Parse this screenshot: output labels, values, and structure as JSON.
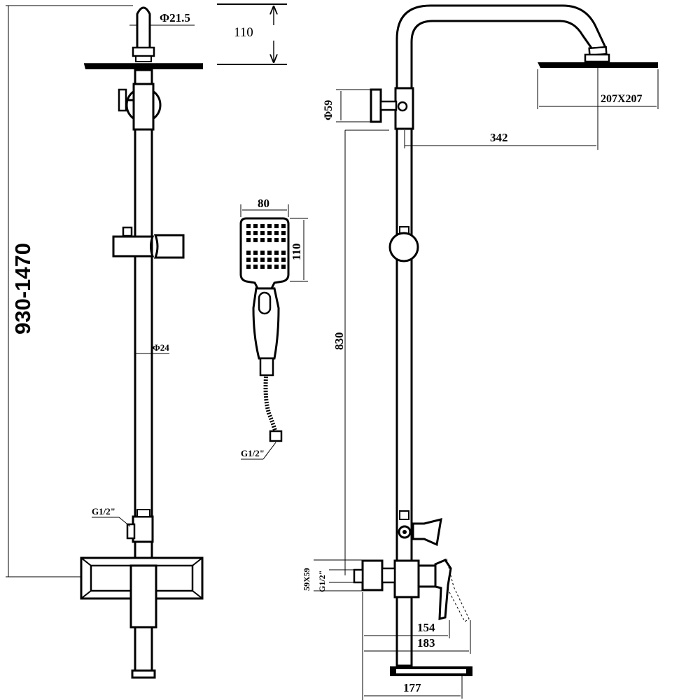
{
  "dimensions": {
    "top_pipe_diameter": "Φ21.5",
    "arm_drop": "110",
    "overall_height": "930-1470",
    "rail_diameter": "Φ24",
    "thread_front": "G1/2\"",
    "hand_shower_width": "80",
    "hand_shower_height": "110",
    "hand_shower_thread": "G1/2\"",
    "valve_diameter": "Φ59",
    "head_size": "207X207",
    "arm_reach": "342",
    "outlet_height": "830",
    "inlet_size": "59X59",
    "inlet_thread": "G1/2\"",
    "lever_reach": "154",
    "spout_reach": "183",
    "base_reach": "177"
  }
}
